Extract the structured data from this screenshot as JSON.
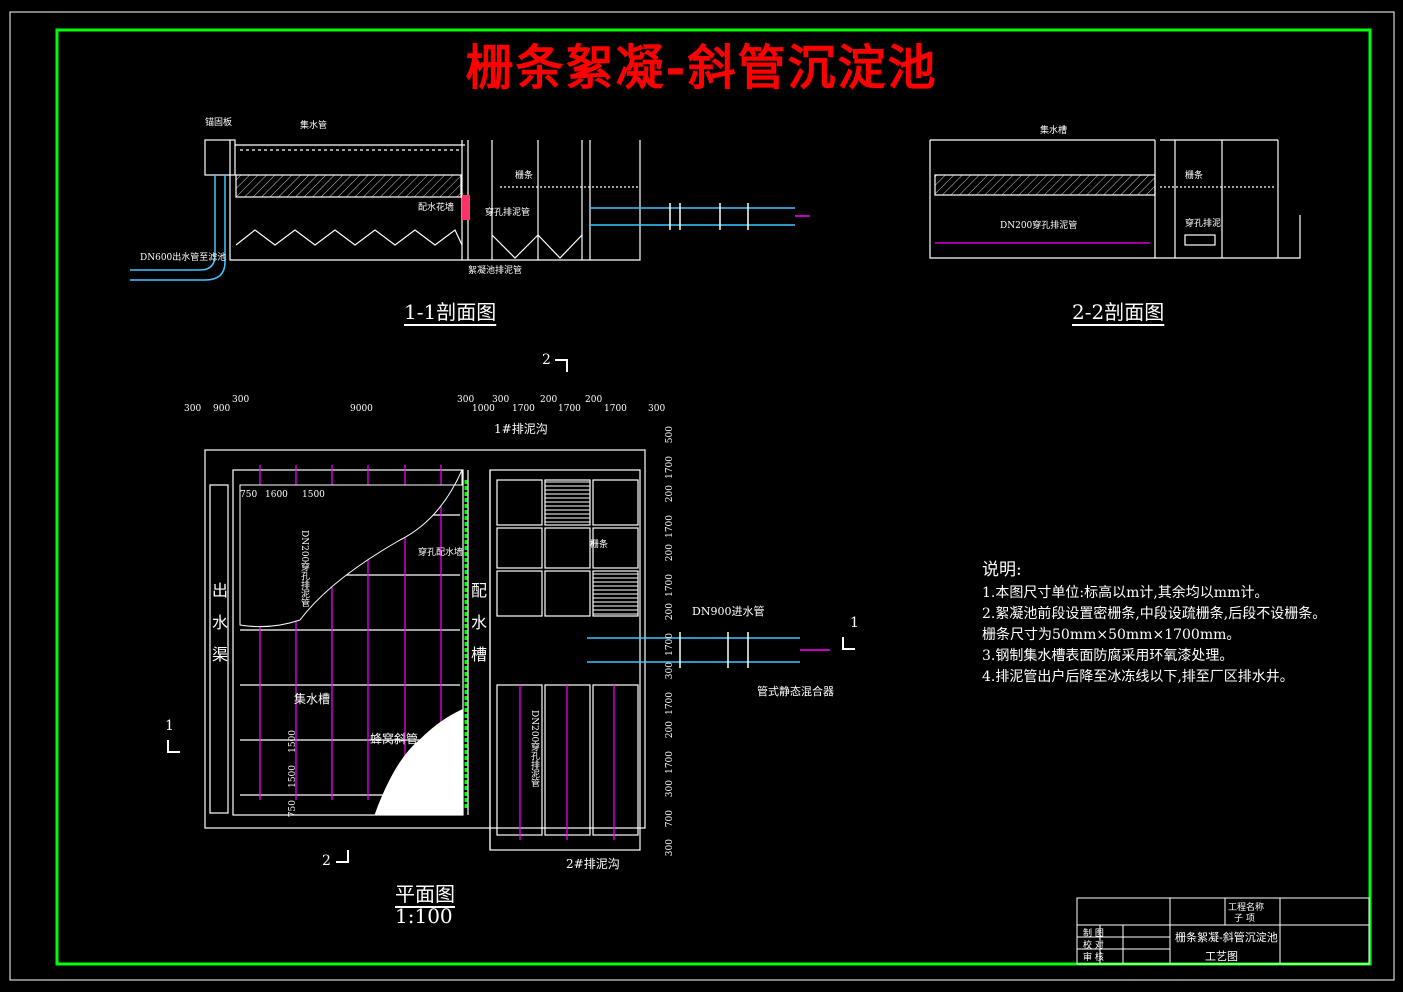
{
  "title": "栅条絮凝-斜管沉淀池",
  "colors": {
    "background": "#000000",
    "border": "#00ff00",
    "title": "#ff0000",
    "line": "#ffffff",
    "pipe": "#3ec8ff",
    "accent": "#ff00ff"
  },
  "sections": {
    "section_1_1": "1-1剖面图",
    "section_2_2": "2-2剖面图",
    "plan": "平面图",
    "plan_scale": "1:100"
  },
  "section_1_labels": {
    "left_top": "锚固板",
    "collect_pipe": "集水管",
    "outlet_pipe": "DN600出水管至滤池",
    "baffle": "配水花墙",
    "flow_note": "穿孔排泥管",
    "grid": "栅条",
    "sludge": "穿孔排泥管",
    "bottom": "絮凝池排泥管"
  },
  "section_2_labels": {
    "collect": "集水槽",
    "grid": "栅条",
    "pipe": "DN200穿孔排泥管",
    "weir": "穿孔排泥"
  },
  "plan_labels": {
    "outlet_channel": "出水渠",
    "channel_1": "1#排泥沟",
    "channel_2": "2#排泥沟",
    "dist_channel": "配水槽",
    "collect_trough": "集水槽",
    "tube_settler": "蜂窝斜管",
    "inlet_pipe": "DN900进水管",
    "mixer": "管式静态混合器",
    "perforated_wall": "穿孔配水墙",
    "perforated_pipe": "DN200穿孔排泥管",
    "grid_label": "栅条",
    "mark_1": "1",
    "mark_2": "2"
  },
  "dims_top": [
    "300",
    "900",
    "300",
    "9000",
    "300",
    "1000",
    "300",
    "1700",
    "200",
    "1700",
    "200",
    "1700",
    "300"
  ],
  "dims_inner": [
    "750",
    "1600",
    "1500"
  ],
  "dims_right": [
    "500",
    "1700",
    "200",
    "1700",
    "200",
    "1700",
    "200",
    "1700",
    "300",
    "1700",
    "200",
    "1700",
    "300",
    "700",
    "300"
  ],
  "dims_left_bottom": [
    "1500",
    "1500",
    "750"
  ],
  "notes": {
    "heading": "说明:",
    "items": [
      "1.本图尺寸单位:标高以m计,其余均以mm计。",
      "2.絮凝池前段设置密栅条,中段设疏栅条,后段不设栅条。",
      "  栅条尺寸为50mm×50mm×1700mm。",
      "3.钢制集水槽表面防腐采用环氧漆处理。",
      "4.排泥管出户后降至冰冻线以下,排至厂区排水井。"
    ]
  },
  "title_block": {
    "project_name": "工程名称",
    "sub_item": "子 项",
    "drawing_title": "栅条絮凝-斜管沉淀池",
    "drawing_sub": "工艺图",
    "row1": "制 图",
    "row2": "校 对",
    "row3": "审 核"
  }
}
